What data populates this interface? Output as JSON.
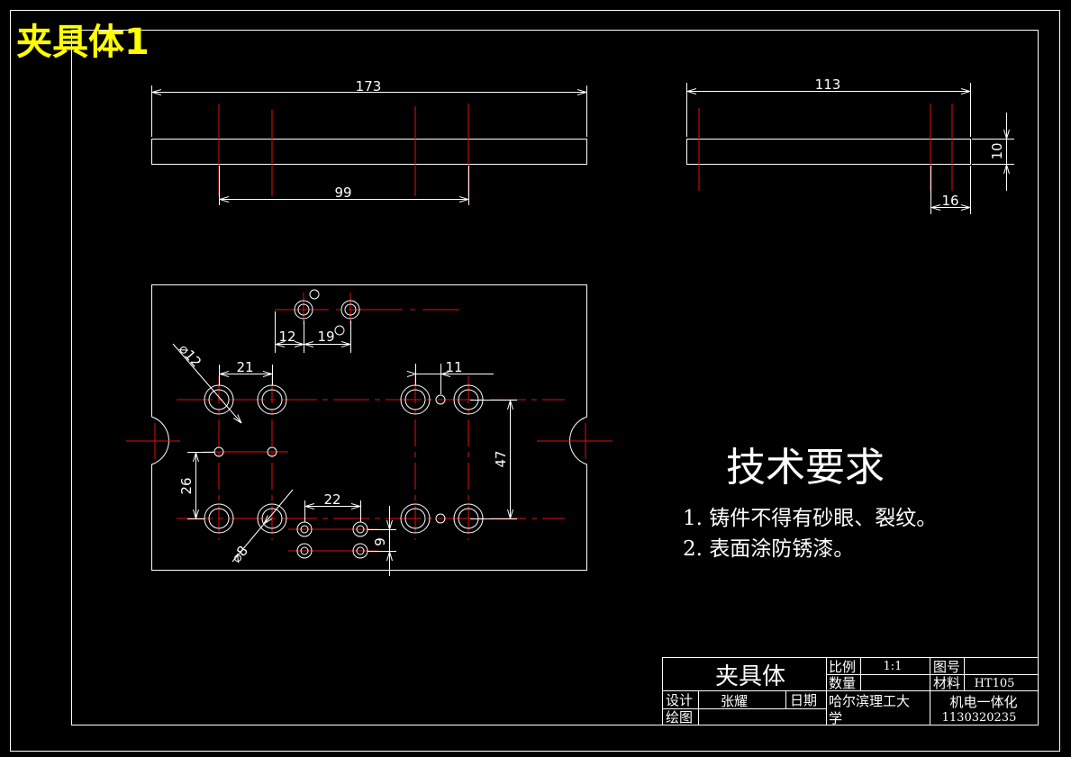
{
  "sheet_title": "夹具体1",
  "top_view": {
    "dims": [
      "173",
      "99"
    ]
  },
  "side_view": {
    "dims": [
      "113",
      "10",
      "16"
    ]
  },
  "plan_view": {
    "dims": [
      "⌀12",
      "21",
      "12",
      "19",
      "11",
      "47",
      "26",
      "22",
      "9",
      "⌀8"
    ]
  },
  "requirements": {
    "title": "技术要求",
    "items": [
      "1. 铸件不得有砂眼、裂纹。",
      "2. 表面涂防锈漆。"
    ]
  },
  "title_block": {
    "part_name": "夹具体",
    "scale_label": "比例",
    "scale_value": "1:1",
    "drawing_no_label": "图号",
    "quantity_label": "数量",
    "material_label": "材料",
    "material_value": "HT105",
    "design_label": "设计",
    "designer": "张耀",
    "date_label": "日期",
    "school": "哈尔滨理工大",
    "school_line2": "学",
    "major": "机电一体化",
    "student_id": "1130320235",
    "drawn_label": "绘图"
  },
  "colors": {
    "background": "#000000",
    "outline": "#ffffff",
    "centerline": "#e01010",
    "title_text": "#ffff00"
  }
}
